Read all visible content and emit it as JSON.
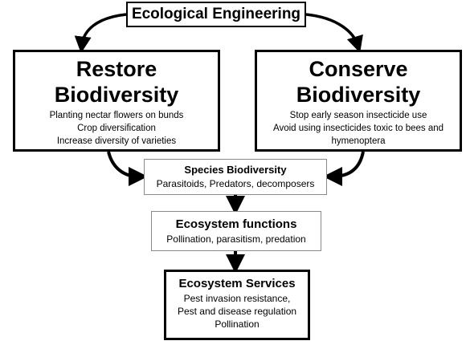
{
  "title": "Ecological Engineering",
  "restore": {
    "title_lines": [
      "Restore",
      "Biodiversity"
    ],
    "items": [
      "Planting nectar flowers on bunds",
      "Crop diversification",
      "Increase diversity of varieties"
    ]
  },
  "conserve": {
    "title_lines": [
      "Conserve",
      "Biodiversity"
    ],
    "items": [
      "Stop early season insecticide use",
      "Avoid using insecticides toxic to bees and",
      "hymenoptera"
    ]
  },
  "species": {
    "title": "Species Biodiversity",
    "lines": [
      "Parasitoids, Predators, decomposers"
    ]
  },
  "functions": {
    "title": "Ecosystem functions",
    "lines": [
      "Pollination, parasitism, predation"
    ]
  },
  "services": {
    "title": "Ecosystem Services",
    "lines": [
      "Pest invasion resistance,",
      "Pest and disease regulation",
      "Pollination"
    ]
  }
}
